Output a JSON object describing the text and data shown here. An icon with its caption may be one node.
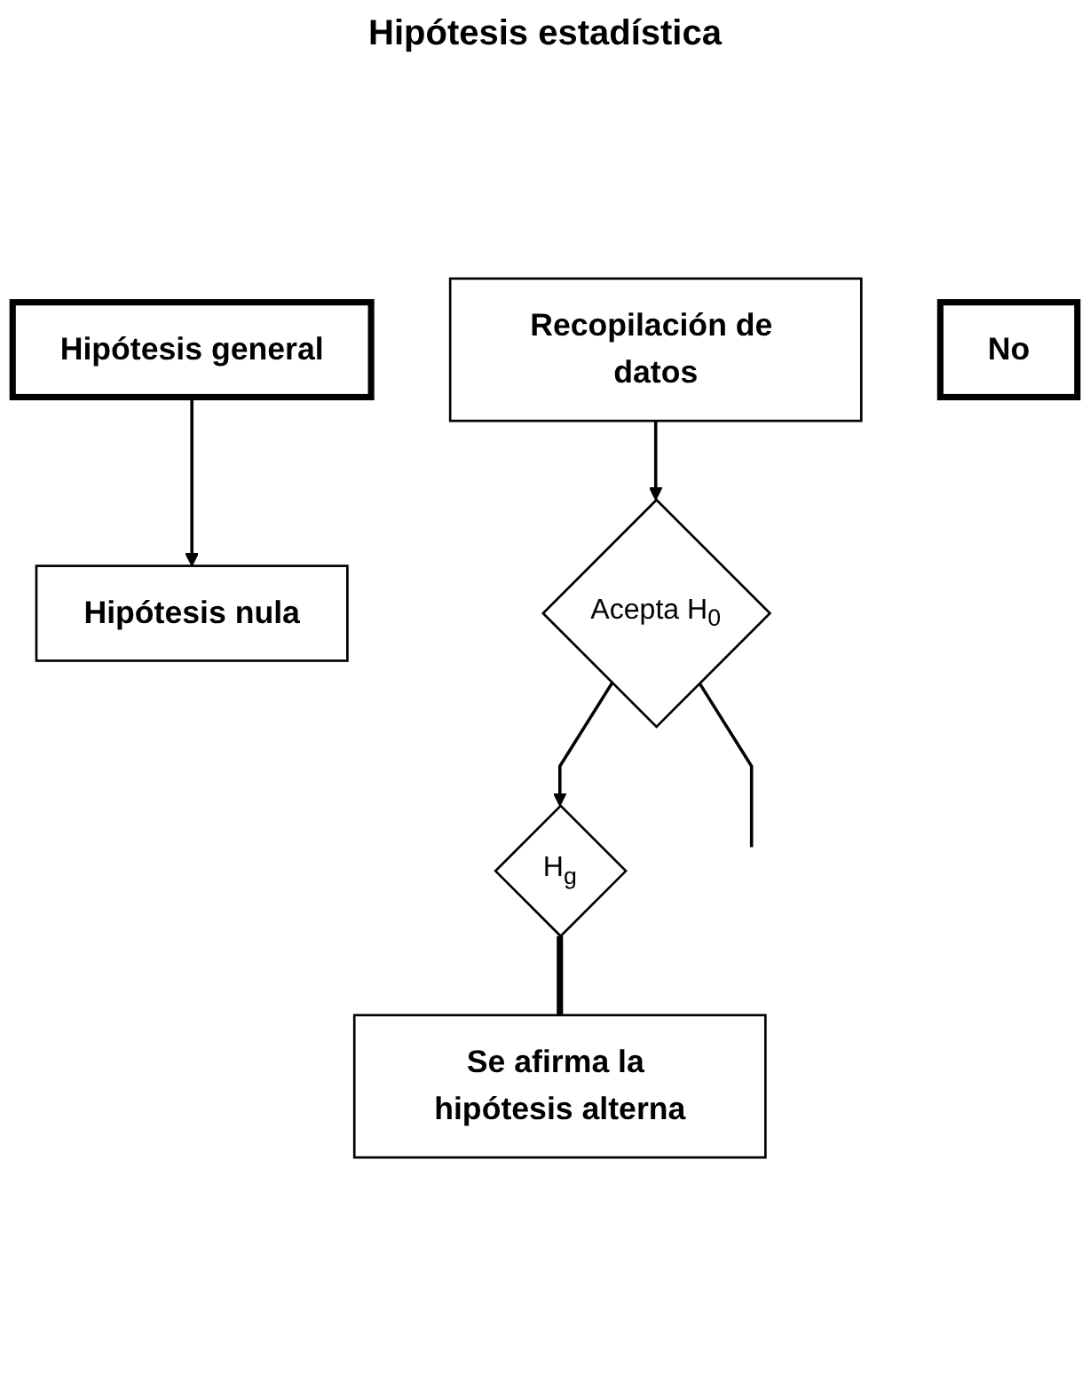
{
  "diagram": {
    "nodes": [
      {
        "text": [
          "Hipótesis general"
        ]
      },
      {
        "text": [
          "Hipótesis nula"
        ]
      },
      {
        "text": [
          "Recopilación de datos"
        ]
      },
      {
        "text": [
          "No"
        ]
      },
      {
        "text": [
          "Acepta H$_{0}$"
        ]
      },
      {
        "text": [
          "H$_{g}$"
        ]
      },
      {
        "text": [
          "Se afirma la hipótesis alterna"
        ]
      }
    ],
    "edges": [
      {
        "from": 0,
        "to": 1,
        "arrow": "to"
      },
      {
        "from": 2,
        "to": 4,
        "arrow": "to"
      },
      {
        "from": 4,
        "to": 5,
        "arrow": "to"
      },
      {
        "from": 5,
        "to": 6,
        "arrow": "none",
        "style": "thick"
      },
      {
        "from": 4,
        "to": null,
        "arrow": "none"
      }
    ],
    "labels": [
      "Hipótesis estadística"
    ]
  }
}
